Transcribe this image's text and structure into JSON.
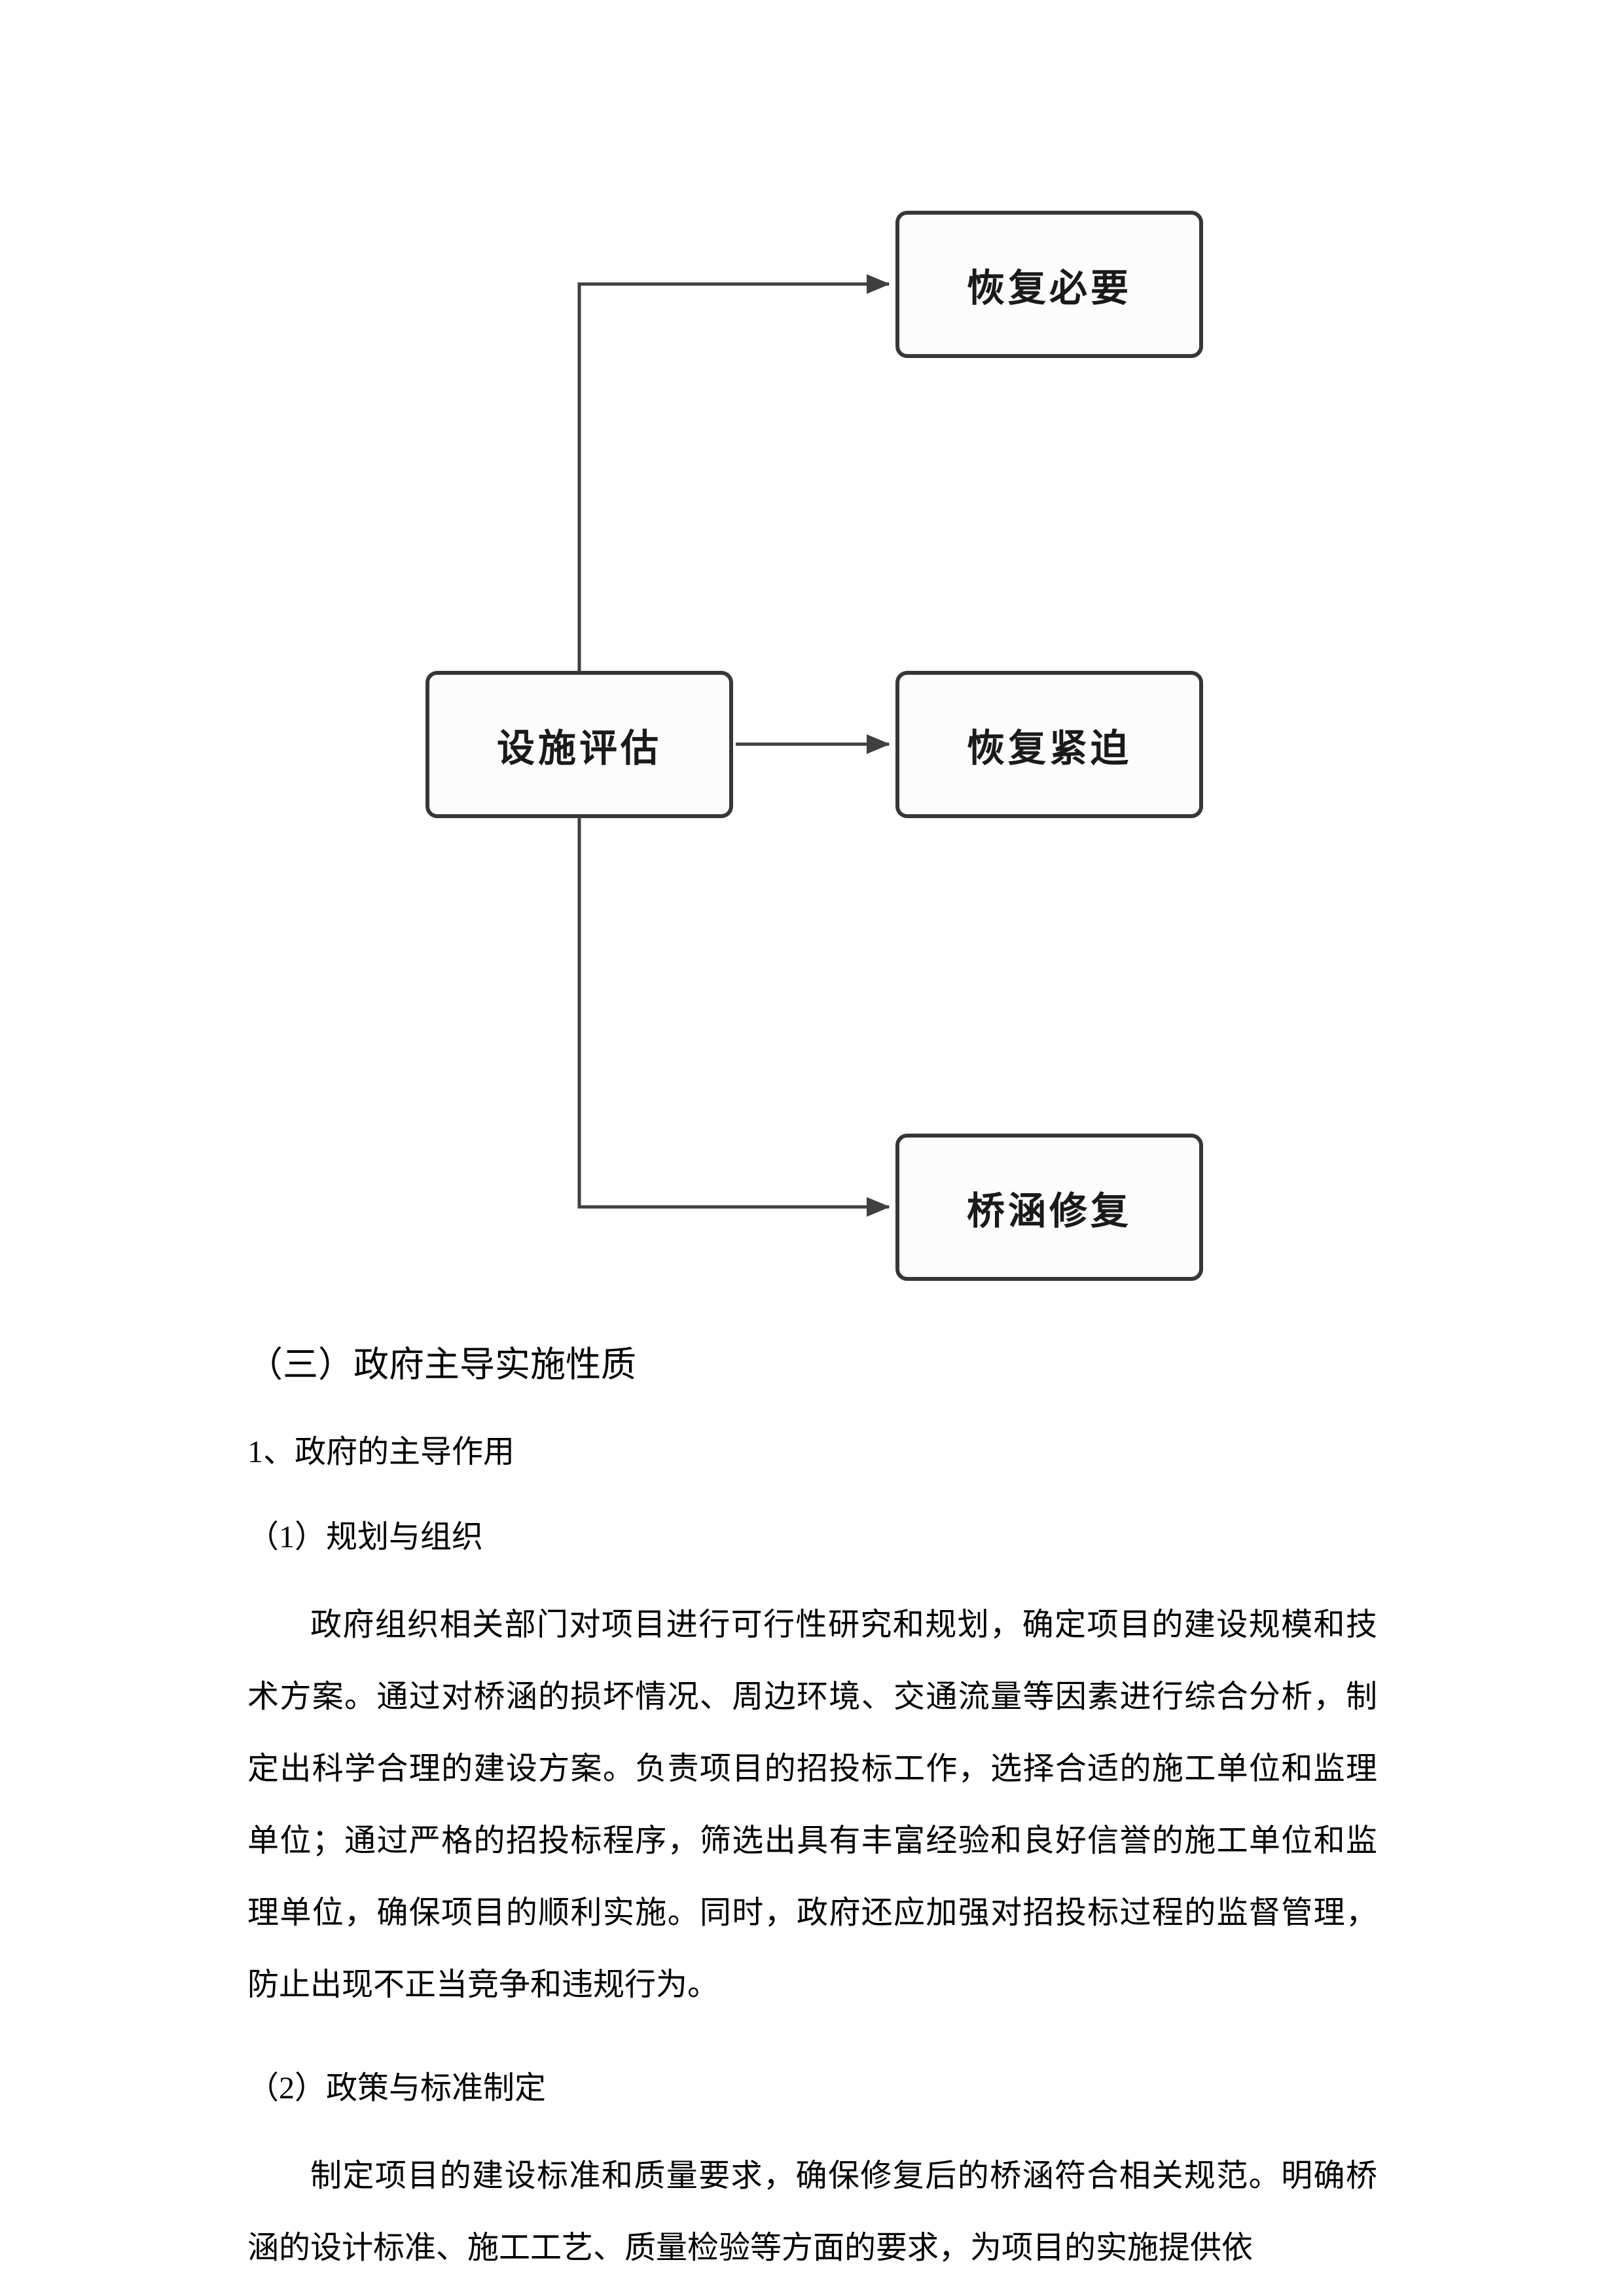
{
  "page": {
    "background": "#ffffff"
  },
  "diagram": {
    "type": "flowchart",
    "source_node": {
      "label": "设施评估"
    },
    "target_nodes": [
      {
        "label": "恢复必要"
      },
      {
        "label": "恢复紧迫"
      },
      {
        "label": "桥涵修复"
      }
    ],
    "edges": [
      {
        "from": "设施评估",
        "to": "恢复必要"
      },
      {
        "from": "设施评估",
        "to": "恢复紧迫"
      },
      {
        "from": "设施评估",
        "to": "桥涵修复"
      }
    ],
    "colors": {
      "node_border": "#373737",
      "node_fill": "#fcfcfc",
      "connector": "#404040"
    }
  },
  "document": {
    "section_heading": "（三）政府主导实施性质",
    "sub_heading": "1、政府的主导作用",
    "item1_heading": "（1）规划与组织",
    "item1_paragraph": "政府组织相关部门对项目进行可行性研究和规划，确定项目的建设规模和技术方案。通过对桥涵的损坏情况、周边环境、交通流量等因素进行综合分析，制定出科学合理的建设方案。负责项目的招投标工作，选择合适的施工单位和监理单位；通过严格的招投标程序，筛选出具有丰富经验和良好信誉的施工单位和监理单位，确保项目的顺利实施。同时，政府还应加强对招投标过程的监督管理，防止出现不正当竞争和违规行为。",
    "item2_heading": "（2）政策与标准制定",
    "item2_paragraph": "制定项目的建设标准和质量要求，确保修复后的桥涵符合相关规范。明确桥涵的设计标准、施工工艺、质量检验等方面的要求，为项目的实施提供依"
  }
}
